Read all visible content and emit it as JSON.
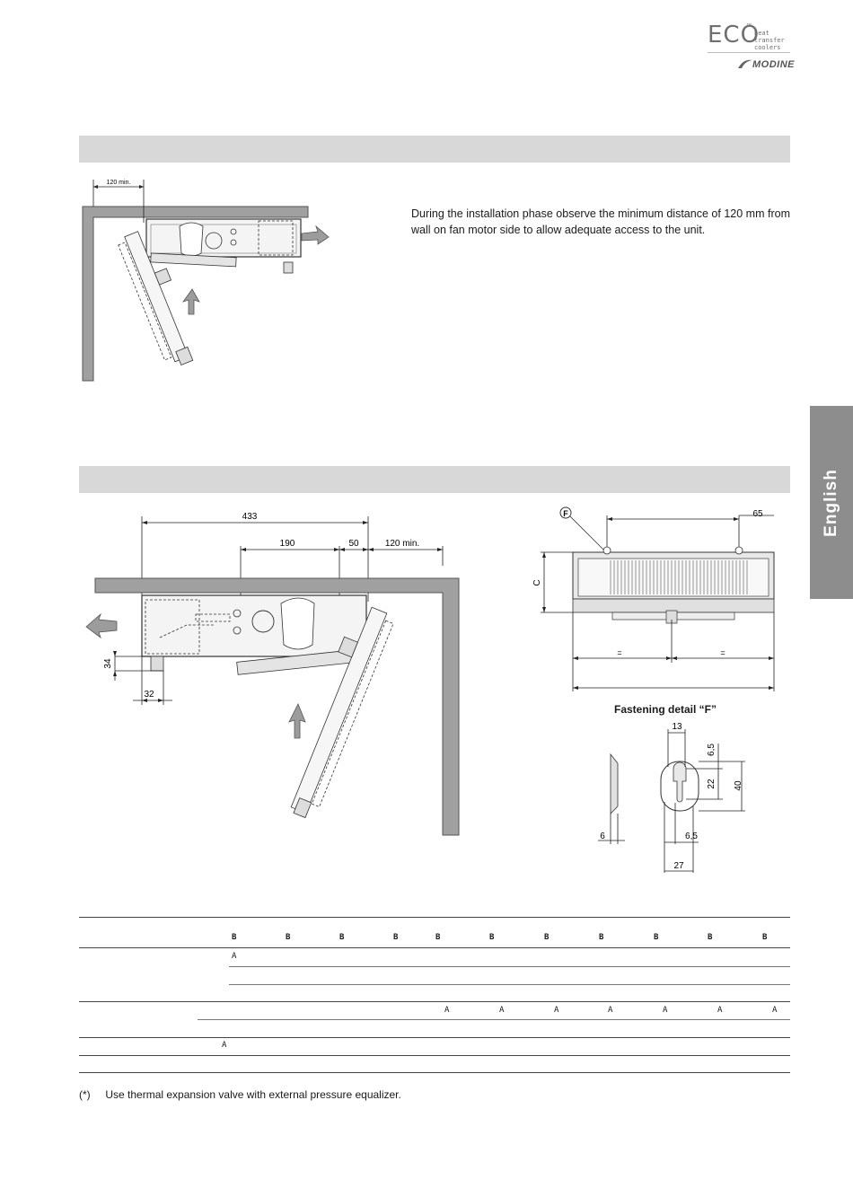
{
  "header": {
    "logo_eco": "ECO",
    "logo_tm": "™",
    "logo_subtitle": "heat transfer coolers",
    "logo_brand": "MODINE"
  },
  "side_tab": {
    "label": "English"
  },
  "section1": {
    "dimension_label": "120 min.",
    "paragraph": "During the installation phase observe the minimum distance of 120 mm from wall on fan motor side to allow adequate access to the unit."
  },
  "section2": {
    "dimensions": {
      "d433": "433",
      "d190": "190",
      "d50": "50",
      "d120": "120 min.",
      "d34": "34",
      "d32": "32"
    },
    "front_view": {
      "callout": "F",
      "d65": "65",
      "label_c": "C",
      "eq_left": "=",
      "eq_right": "="
    },
    "fastening": {
      "title": "Fastening detail “F”",
      "d13": "13",
      "d6_5_top": "6,5",
      "d22": "22",
      "d40": "40",
      "d6": "6",
      "d6_5_bottom": "6,5",
      "d27": "27"
    }
  },
  "table": {
    "header_row": [
      "B",
      "B",
      "B",
      "B",
      "B",
      "B",
      "B",
      "B",
      "B",
      "B",
      "B"
    ],
    "row1_marker": "A",
    "row2_markers": [
      "A",
      "A",
      "A",
      "A",
      "A",
      "A",
      "A"
    ],
    "row3_marker": "A"
  },
  "footnote": {
    "mark": "(*)",
    "text": "Use thermal expansion valve with external pressure equalizer."
  },
  "colors": {
    "band": "#d8d8d8",
    "side_tab": "#8d8d8d",
    "wall": "#a0a0a0"
  }
}
